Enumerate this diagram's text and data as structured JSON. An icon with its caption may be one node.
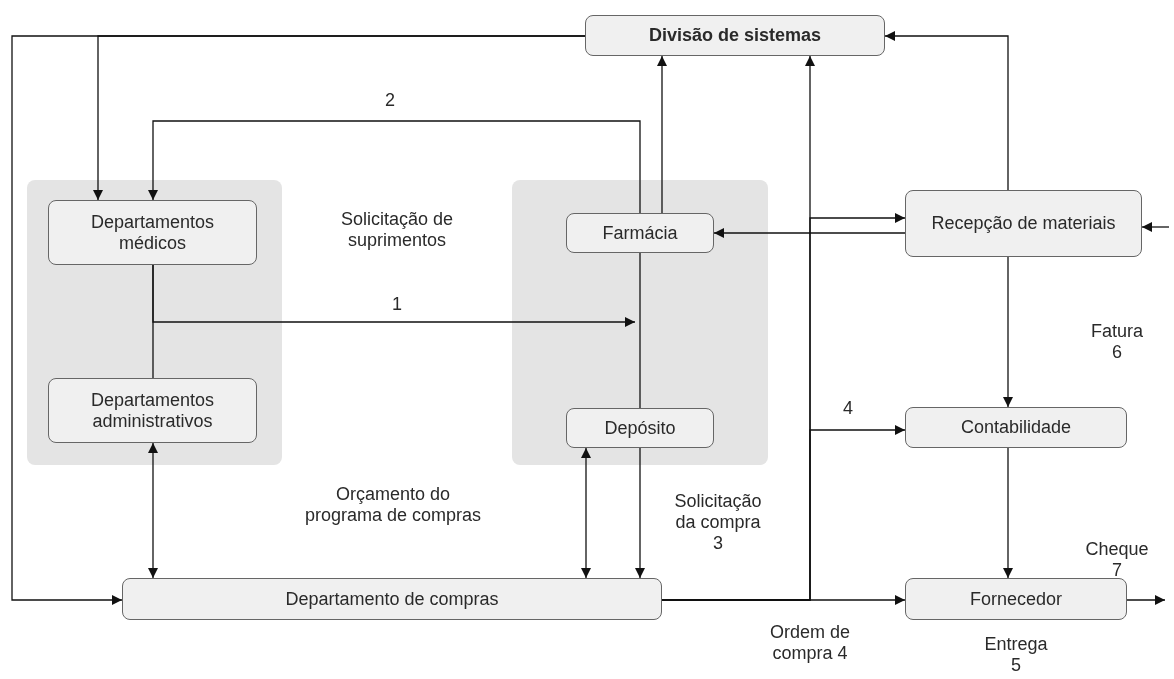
{
  "diagram": {
    "nodes": [
      {
        "text": [
          "Divisão de sistemas"
        ]
      },
      {
        "text": [],
        "shape": "box"
      },
      {
        "text": [
          "Departamentos médicos"
        ],
        "in": 1
      },
      {
        "text": [
          "Departamentos administrativos"
        ],
        "in": 1
      },
      {
        "text": [],
        "shape": "box"
      },
      {
        "text": [
          "Farmácia"
        ],
        "in": 4
      },
      {
        "text": [
          "Depósito"
        ],
        "in": 4
      },
      {
        "text": [
          "Recepção de materiais"
        ]
      },
      {
        "text": [
          "Contabilidade"
        ]
      },
      {
        "text": [
          "Departamento de compras"
        ]
      },
      {
        "text": [
          "Fornecedor"
        ]
      }
    ],
    "edges": [
      {
        "from": 0,
        "to": 2,
        "arrow": "to"
      },
      {
        "from": 0,
        "to": 9,
        "arrow": "to"
      },
      {
        "from": 5,
        "to": 2,
        "arrow": "to",
        "label": "2"
      },
      {
        "from": 5,
        "to": 0,
        "arrow": "to"
      },
      {
        "from": 2,
        "to": 3,
        "arrow": "none"
      },
      {
        "from": 2,
        "to": null,
        "arrow": "to",
        "label": "1"
      },
      {
        "from": 5,
        "to": 6,
        "arrow": "none"
      },
      {
        "from": 3,
        "to": 9,
        "arrow": "both"
      },
      {
        "from": 6,
        "to": 9,
        "arrow": "both"
      },
      {
        "from": 6,
        "to": 9,
        "arrow": "to"
      },
      {
        "from": 9,
        "to": 10,
        "arrow": "to",
        "label": "Ordem de compra 4"
      },
      {
        "from": 9,
        "to": 0,
        "arrow": "to"
      },
      {
        "from": 9,
        "to": 8,
        "arrow": "to",
        "label": "4"
      },
      {
        "from": 9,
        "to": 7,
        "arrow": "to"
      },
      {
        "from": 7,
        "to": 5,
        "arrow": "to"
      },
      {
        "from": 7,
        "to": 0,
        "arrow": "to"
      },
      {
        "from": 7,
        "to": 8,
        "arrow": "to"
      },
      {
        "from": null,
        "to": 7,
        "arrow": "to"
      },
      {
        "from": 8,
        "to": 10,
        "arrow": "to"
      },
      {
        "from": 10,
        "to": null,
        "arrow": "to"
      }
    ],
    "labels": [
      "Solicitação de suprimentos",
      "Orçamento do programa de compras",
      "Solicitação da compra 3",
      "Fatura 6",
      "Cheque 7",
      "Entrega 5"
    ]
  }
}
